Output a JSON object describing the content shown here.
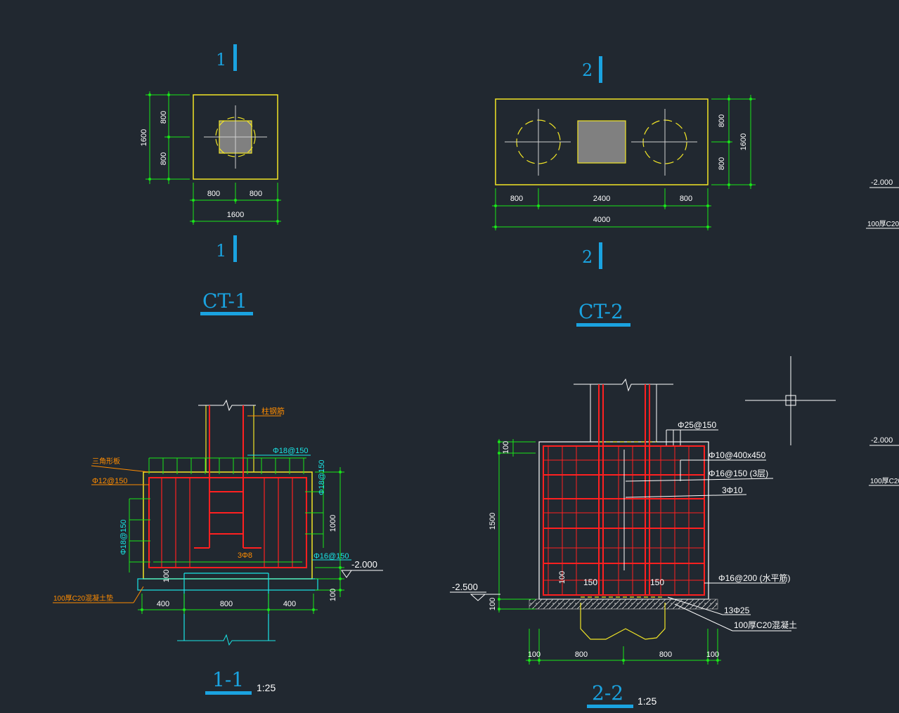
{
  "colors": {
    "background": "#212830",
    "outline": "#f2e626",
    "rebar": "#ff2020",
    "dimension": "#19e619",
    "section_mark": "#1aa3e0",
    "callout_text": "#ffffff",
    "orange_label": "#ff8c00",
    "cyan_label": "#19e6e6",
    "pile": "#808080"
  },
  "ct1": {
    "title": "CT-1",
    "section_top": "1",
    "section_bottom": "1",
    "dim_v_total": "1600",
    "dim_v_top": "800",
    "dim_v_bottom": "800",
    "dim_h_left": "800",
    "dim_h_right": "800",
    "dim_h_total": "1600"
  },
  "ct2": {
    "title": "CT-2",
    "section_top": "2",
    "section_bottom": "2",
    "dim_v_top": "800",
    "dim_v_bottom": "800",
    "dim_v_total": "1600",
    "dim_h_left": "800",
    "dim_h_mid": "2400",
    "dim_h_right": "800",
    "dim_h_total": "4000"
  },
  "right_fragments": {
    "elev_top": "-2.000",
    "note_top": "100厚C20",
    "elev_bottom": "-2.000",
    "note_bottom": "100厚C20"
  },
  "sec11": {
    "title": "1-1",
    "scale": "1:25",
    "label_column": "柱钢筋",
    "label_top_bar": "Φ18@150",
    "label_left_top": "三角形板",
    "label_left_stirrup": "Φ12@150",
    "label_left_vert": "Φ18@150",
    "label_right_vert": "Φ18@150",
    "label_bottom_bar": "Φ16@150",
    "label_stirrup_count": "3Φ8",
    "label_bed": "100厚C20混凝土垫",
    "elev": "-2.000",
    "dim_height": "1000",
    "dim_cover": "100",
    "dim_bed": "100",
    "dim_left": "400",
    "dim_mid": "800",
    "dim_right": "400"
  },
  "sec22": {
    "title": "2-2",
    "scale": "1:25",
    "label_top_bar": "Φ25@150",
    "label_stirrup": "Φ10@400x450",
    "label_side_bar": "Φ16@150 (3层)",
    "label_tie": "3Φ10",
    "label_bottom_bar": "Φ16@200 (水平筋)",
    "label_pile_bar": "13Φ25",
    "label_bed": "100厚C20混凝土",
    "elev": "-2.500",
    "dim_top": "100",
    "dim_height": "1500",
    "dim_bottom": "100",
    "dim_inner_v": "100",
    "dim_inner_left": "150",
    "dim_inner_right": "150",
    "dim_b_left": "100",
    "dim_b_mid_left": "800",
    "dim_b_mid_right": "800",
    "dim_b_right": "100"
  }
}
